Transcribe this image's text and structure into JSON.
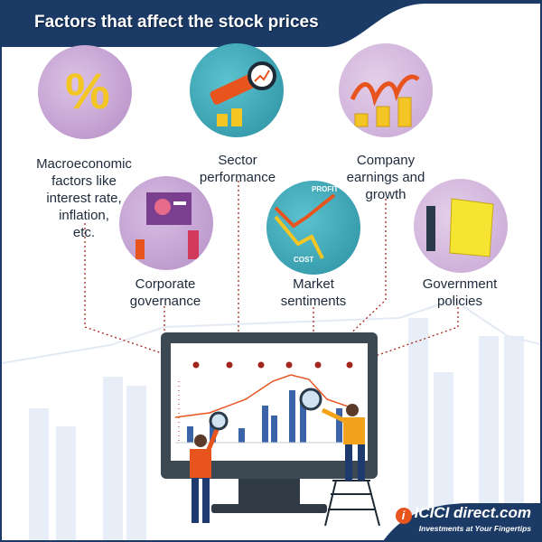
{
  "title": "Factors that affect the stock prices",
  "factors": [
    {
      "label_lines": [
        "Macroeconomic",
        "factors like",
        "interest rate,",
        "inflation,",
        "etc."
      ],
      "icon": "percent-icon"
    },
    {
      "label_lines": [
        "Sector",
        "performance"
      ],
      "icon": "telescope-icon"
    },
    {
      "label_lines": [
        "Company",
        "earnings and",
        "growth"
      ],
      "icon": "coin-stacks-icon"
    },
    {
      "label_lines": [
        "Corporate",
        "governance"
      ],
      "icon": "presentation-board-icon"
    },
    {
      "label_lines": [
        "Market",
        "sentiments"
      ],
      "icon": "profit-cost-chart-icon",
      "chart_labels": {
        "up": "PROFIT",
        "down": "COST"
      }
    },
    {
      "label_lines": [
        "Government",
        "policies"
      ],
      "icon": "policy-book-icon"
    }
  ],
  "logo": {
    "brand": "ICICI direct.com",
    "tagline": "Investments at Your Fingertips",
    "badge": "i"
  },
  "colors": {
    "navy": "#1b3a66",
    "lilac": "#c9a8d6",
    "teal": "#2fa3b4",
    "dot": "#a3261c",
    "bar": "#3b64a8"
  }
}
